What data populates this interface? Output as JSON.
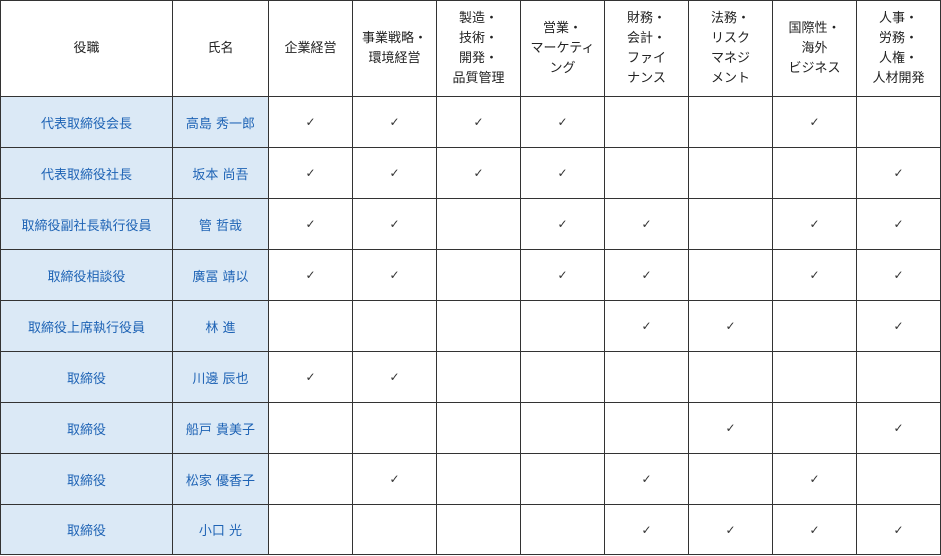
{
  "headers": {
    "role": "役職",
    "name": "氏名",
    "skills": [
      "企業経営",
      "事業戦略・\n環境経営",
      "製造・\n技術・\n開発・\n品質管理",
      "営業・\nマーケティ\nング",
      "財務・\n会計・\nファイ\nナンス",
      "法務・\nリスク\nマネジ\nメント",
      "国際性・\n海外\nビジネス",
      "人事・\n労務・\n人権・\n人材開発"
    ]
  },
  "check_mark": "✓",
  "rows": [
    {
      "role": "代表取締役会長",
      "name": "高島 秀一郎",
      "checks": [
        true,
        true,
        true,
        true,
        false,
        false,
        true,
        false
      ]
    },
    {
      "role": "代表取締役社長",
      "name": "坂本 尚吾",
      "checks": [
        true,
        true,
        true,
        true,
        false,
        false,
        false,
        true
      ]
    },
    {
      "role": "取締役副社長執行役員",
      "name": "管 哲哉",
      "checks": [
        true,
        true,
        false,
        true,
        true,
        false,
        true,
        true
      ]
    },
    {
      "role": "取締役相談役",
      "name": "廣冨 靖以",
      "checks": [
        true,
        true,
        false,
        true,
        true,
        false,
        true,
        true
      ]
    },
    {
      "role": "取締役上席執行役員",
      "name": "林 進",
      "checks": [
        false,
        false,
        false,
        false,
        true,
        true,
        false,
        true
      ]
    },
    {
      "role": "取締役",
      "name": "川邊 辰也",
      "checks": [
        true,
        true,
        false,
        false,
        false,
        false,
        false,
        false
      ]
    },
    {
      "role": "取締役",
      "name": "船戸 貴美子",
      "checks": [
        false,
        false,
        false,
        false,
        false,
        true,
        false,
        true
      ]
    },
    {
      "role": "取締役",
      "name": "松家 優香子",
      "checks": [
        false,
        true,
        false,
        false,
        true,
        false,
        true,
        false
      ]
    },
    {
      "role": "取締役",
      "name": "小口 光",
      "checks": [
        false,
        false,
        false,
        false,
        true,
        true,
        true,
        true
      ]
    }
  ]
}
